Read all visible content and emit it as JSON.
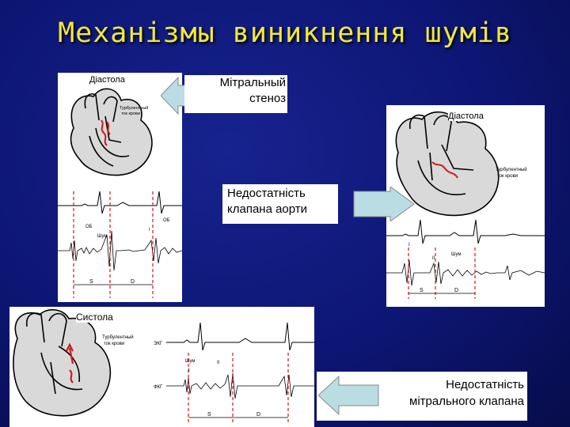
{
  "title": "Механізмы виникнення шумів",
  "panels": {
    "top_left": {
      "phase": "Діастола",
      "flow_label_1": "Турбулентный",
      "flow_label_2": "ток крови",
      "os1": "ОБ",
      "os2": "ОБ",
      "noise": "Шум",
      "i_mark": "I",
      "s_mark": "S",
      "d_mark": "D"
    },
    "top_right": {
      "phase": "Діастола",
      "flow_label_1": "Турбулентный",
      "flow_label_2": "ток крови",
      "noise": "Шум",
      "i_mark": "I",
      "ii_mark": "II",
      "s_mark": "S",
      "d_mark": "D"
    },
    "bottom_left": {
      "phase": "Систола",
      "flow_label_1": "Турбулентный",
      "flow_label_2": "ток крови",
      "ekg": "ЭКГ",
      "fkg": "ФКГ",
      "noise": "Шум",
      "i_mark": "I",
      "ii_mark": "II",
      "s_mark": "S",
      "d_mark": "D"
    }
  },
  "labels": {
    "mitral_stenosis_1": "Мітральный",
    "mitral_stenosis_2": "стеноз",
    "aortic_insuff_1": "Недостатність",
    "aortic_insuff_2": "клапана аорти",
    "mitral_insuff_1": "Недостатність",
    "mitral_insuff_2": "мітрального клапана"
  },
  "colors": {
    "background": "#0d1674",
    "title": "#f2e838",
    "arrow_fill": "#b9dde3",
    "flow_red": "#d01a1a"
  }
}
